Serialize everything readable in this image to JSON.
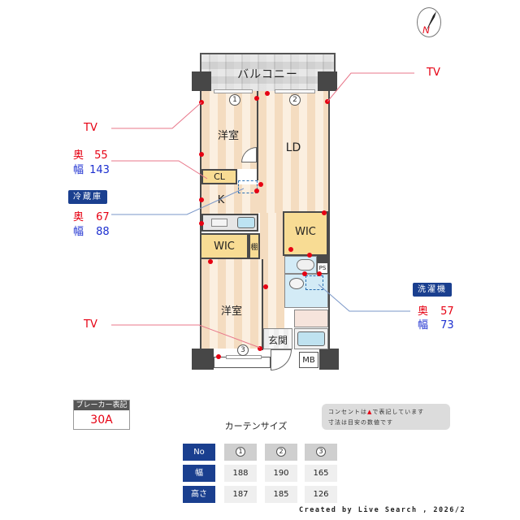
{
  "compass": {
    "icon": "north-compass-icon",
    "label": "N",
    "needle_color": "#222222",
    "label_color": "#e60012"
  },
  "floorplan": {
    "balcony_label": "バルコニー",
    "rooms": {
      "western_room_1": "洋室",
      "ld": "LD",
      "cl": "CL",
      "kitchen": "K",
      "wic_1": "WIC",
      "wic_2": "WIC",
      "shelf": "棚",
      "ps": "PS",
      "western_room_2": "洋室",
      "entrance": "玄関",
      "mb": "MB"
    },
    "window_numbers": [
      "1",
      "2",
      "3"
    ],
    "outlet_color": "#e60012"
  },
  "annotations": {
    "tv_top_right": "TV",
    "tv_left_top": "TV",
    "tv_left_bottom": "TV",
    "cl_dims": {
      "depth_label": "奥",
      "depth": "55",
      "width_label": "幅",
      "width": "143"
    },
    "fridge": {
      "title": "冷蔵庫",
      "depth_label": "奥",
      "depth": "67",
      "width_label": "幅",
      "width": "88"
    },
    "washer": {
      "title": "洗濯機",
      "depth_label": "奥",
      "depth": "57",
      "width_label": "幅",
      "width": "73"
    }
  },
  "breaker": {
    "title": "ブレーカー表記",
    "value": "30A"
  },
  "note": {
    "line1_pre": "コンセントは",
    "line1_mark": "▲",
    "line1_post": "で表記しています",
    "line2": "寸法は目安の数値です"
  },
  "curtain": {
    "title": "カーテンサイズ",
    "headers": {
      "no": "No",
      "width": "幅",
      "height": "高さ"
    },
    "columns": [
      "1",
      "2",
      "3"
    ],
    "widths": [
      "188",
      "190",
      "165"
    ],
    "heights": [
      "187",
      "185",
      "126"
    ]
  },
  "credit": "Created by Live Search , 2026/2"
}
